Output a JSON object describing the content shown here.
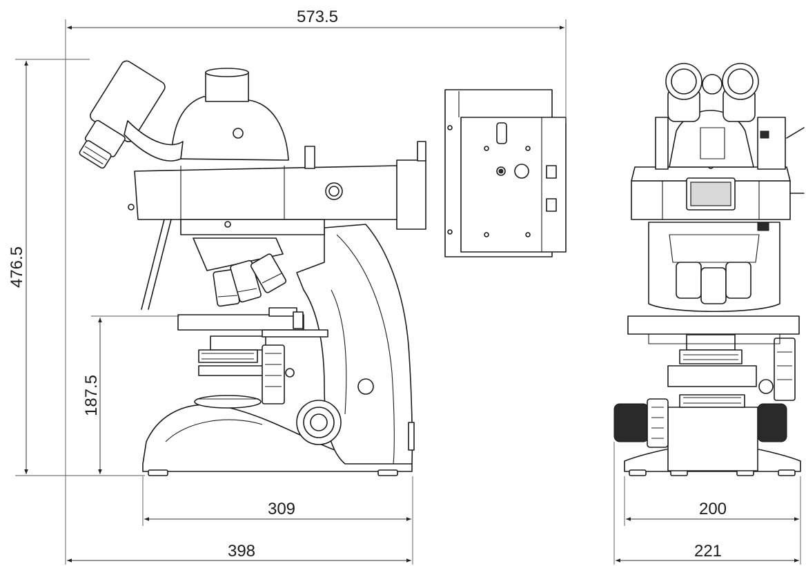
{
  "dimensions": {
    "total_width": "573.5",
    "total_height": "476.5",
    "stage_height": "187.5",
    "base_width_side": "309",
    "footprint_depth_side": "398",
    "base_width_front": "200",
    "footprint_width_front": "221"
  },
  "colors": {
    "line": "#1a1a1a",
    "background": "#ffffff"
  }
}
